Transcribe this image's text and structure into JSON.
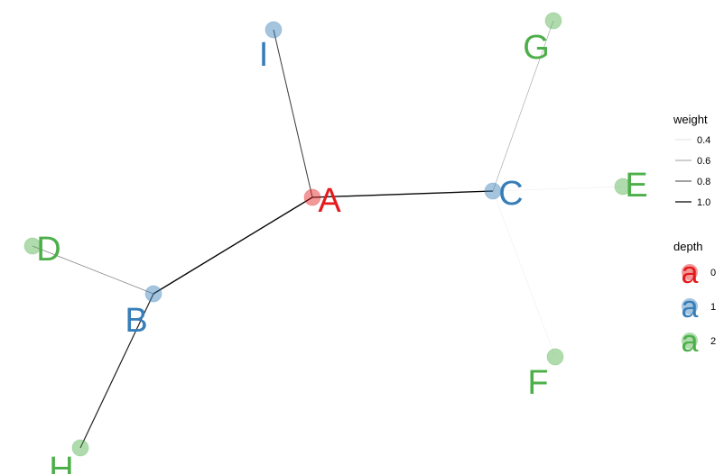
{
  "colors": {
    "depth_0": "#e41a1c",
    "depth_1": "#377eb8",
    "depth_2": "#4daf4a",
    "edge": "#000000"
  },
  "chart_data": {
    "type": "network",
    "nodes": [
      {
        "id": "A",
        "label": "A",
        "depth": 0
      },
      {
        "id": "B",
        "label": "B",
        "depth": 1
      },
      {
        "id": "C",
        "label": "C",
        "depth": 1
      },
      {
        "id": "I",
        "label": "I",
        "depth": 1
      },
      {
        "id": "D",
        "label": "D",
        "depth": 2
      },
      {
        "id": "H",
        "label": "H",
        "depth": 2
      },
      {
        "id": "G",
        "label": "G",
        "depth": 2
      },
      {
        "id": "E",
        "label": "E",
        "depth": 2
      },
      {
        "id": "F",
        "label": "F",
        "depth": 2
      }
    ],
    "edges": [
      {
        "from": "A",
        "to": "I",
        "weight": 0.8
      },
      {
        "from": "A",
        "to": "B",
        "weight": 1.0
      },
      {
        "from": "A",
        "to": "C",
        "weight": 1.0
      },
      {
        "from": "B",
        "to": "D",
        "weight": 0.6
      },
      {
        "from": "B",
        "to": "H",
        "weight": 0.9
      },
      {
        "from": "C",
        "to": "G",
        "weight": 0.5
      },
      {
        "from": "C",
        "to": "E",
        "weight": 0.3
      },
      {
        "from": "C",
        "to": "F",
        "weight": 0.3
      }
    ],
    "legend": {
      "weight": {
        "title": "weight",
        "entries": [
          {
            "label": "0.4",
            "weight": 0.4
          },
          {
            "label": "0.6",
            "weight": 0.6
          },
          {
            "label": "0.8",
            "weight": 0.8
          },
          {
            "label": "1.0",
            "weight": 1.0
          }
        ]
      },
      "depth": {
        "title": "depth",
        "key_glyph": "a",
        "entries": [
          {
            "label": "0",
            "depth": 0
          },
          {
            "label": "1",
            "depth": 1
          },
          {
            "label": "2",
            "depth": 2
          }
        ]
      }
    }
  }
}
